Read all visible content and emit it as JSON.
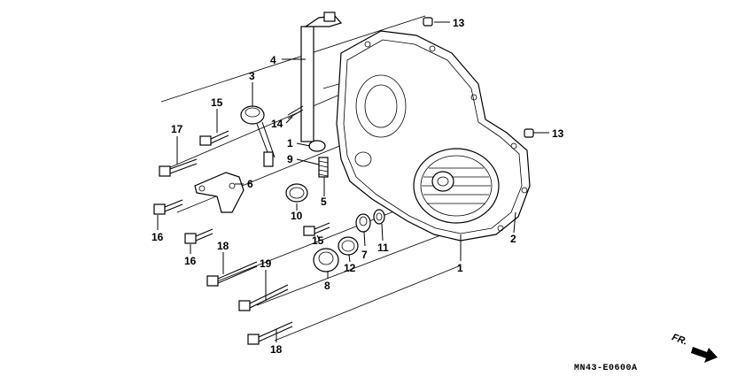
{
  "diagram_code": "MN43-E0600A",
  "direction_label": "FR.",
  "callouts": [
    {
      "id": "c13a",
      "label": "13"
    },
    {
      "id": "c13b",
      "label": "13"
    },
    {
      "id": "c4",
      "label": "4"
    },
    {
      "id": "c3",
      "label": "3"
    },
    {
      "id": "c15a",
      "label": "15"
    },
    {
      "id": "c14",
      "label": "14"
    },
    {
      "id": "c17",
      "label": "17"
    },
    {
      "id": "c1a",
      "label": "1"
    },
    {
      "id": "c9",
      "label": "9"
    },
    {
      "id": "c6",
      "label": "6"
    },
    {
      "id": "c10",
      "label": "10"
    },
    {
      "id": "c5",
      "label": "5"
    },
    {
      "id": "c16a",
      "label": "16"
    },
    {
      "id": "c16b",
      "label": "16"
    },
    {
      "id": "c18a",
      "label": "18"
    },
    {
      "id": "c15b",
      "label": "15"
    },
    {
      "id": "c7",
      "label": "7"
    },
    {
      "id": "c11",
      "label": "11"
    },
    {
      "id": "c12",
      "label": "12"
    },
    {
      "id": "c19",
      "label": "19"
    },
    {
      "id": "c8",
      "label": "8"
    },
    {
      "id": "c1b",
      "label": "1"
    },
    {
      "id": "c2",
      "label": "2"
    },
    {
      "id": "c18b",
      "label": "18"
    }
  ]
}
